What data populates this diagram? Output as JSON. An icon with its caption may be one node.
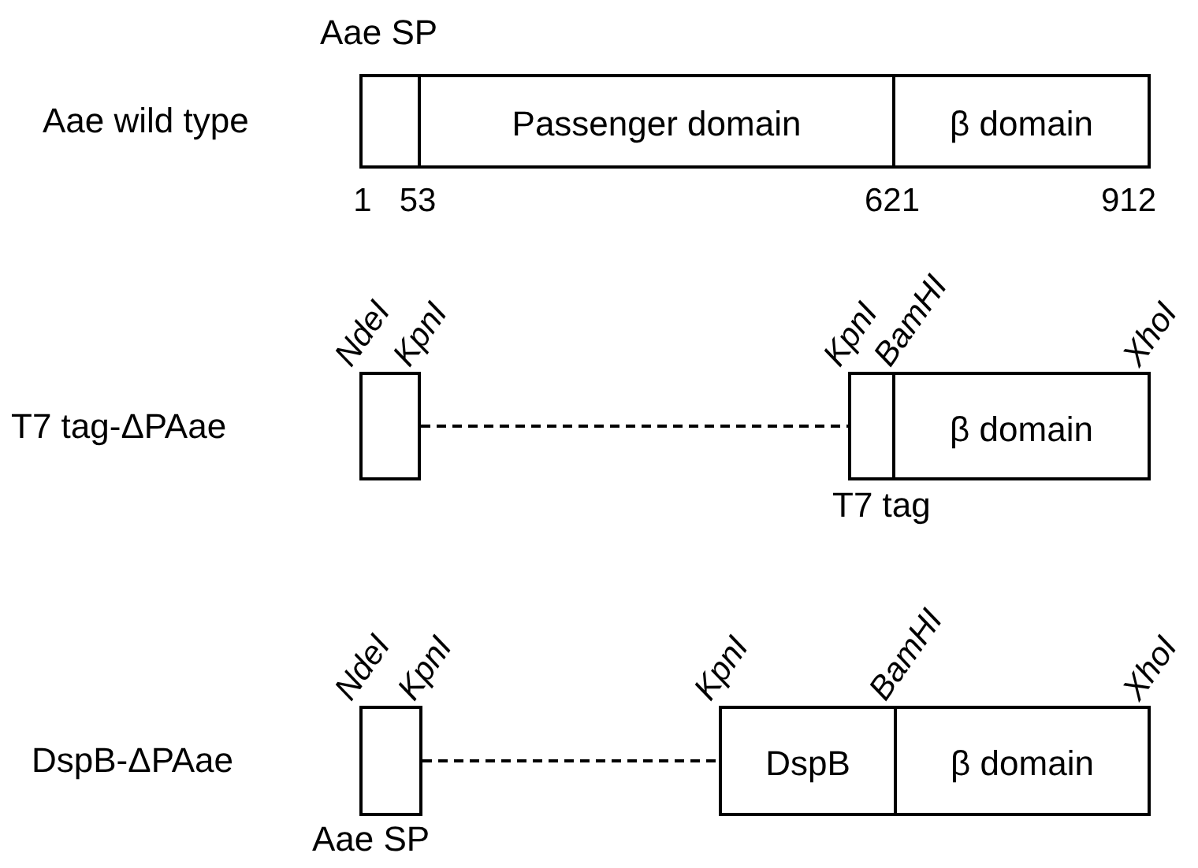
{
  "diagram": {
    "nodes": [
      {
        "text": [],
        "shape": "box",
        "beside": [
          "Aae SP"
        ]
      },
      {
        "text": [
          "Passenger domain"
        ]
      },
      {
        "text": [
          "β domain"
        ]
      },
      {
        "text": [],
        "shape": "box"
      },
      {
        "text": [],
        "shape": "box",
        "beside": [
          "T7 tag"
        ]
      },
      {
        "text": [
          "β domain"
        ]
      },
      {
        "text": [],
        "shape": "box",
        "beside": [
          "Aae SP"
        ]
      },
      {
        "text": [
          "DspB"
        ]
      },
      {
        "text": [
          "β domain"
        ]
      }
    ],
    "edges": [
      {
        "from": 3,
        "to": 4,
        "arrow": "none",
        "style": "dashed"
      },
      {
        "from": 6,
        "to": 7,
        "arrow": "none",
        "style": "dashed"
      }
    ],
    "labels": [
      "Aae wild type",
      "1",
      "53",
      "621",
      "912",
      "NdeI",
      "KpnI",
      "KpnI",
      "BamHI",
      "XhoI",
      "T7 tag-ΔPAae",
      "NdeI",
      "KpnI",
      "KpnI",
      "BamHI",
      "XhoI",
      "DspB-ΔPAae"
    ]
  }
}
